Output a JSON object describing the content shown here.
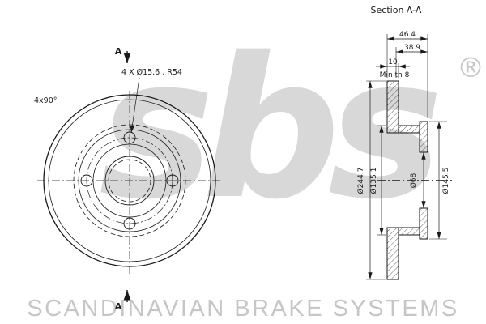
{
  "brand": {
    "logo_text": "sbs",
    "registered_mark": "®",
    "footer_text": "SCANDINAVIAN BRAKE SYSTEMS"
  },
  "front_view": {
    "section_marker_top": "A",
    "section_marker_bottom": "A",
    "holes_note": "4 X Ø15.6 , R54",
    "pattern_note": "4x90°"
  },
  "section_view": {
    "title": "Section A-A",
    "dim_overall_width": "46.4",
    "dim_hat_depth": "38.9",
    "dim_plate_thickness": "10",
    "dim_min_thickness": "Min th 8",
    "dim_outer_diameter": "Ø244.7",
    "dim_hat_diameter": "Ø135.1",
    "dim_bore_diameter": "Ø68",
    "dim_hub_diameter": "Ø145.5"
  },
  "colors": {
    "line": "#1a1a1a",
    "watermark": "#d8d8d8",
    "footer": "#c6c6c6",
    "background": "#ffffff"
  }
}
